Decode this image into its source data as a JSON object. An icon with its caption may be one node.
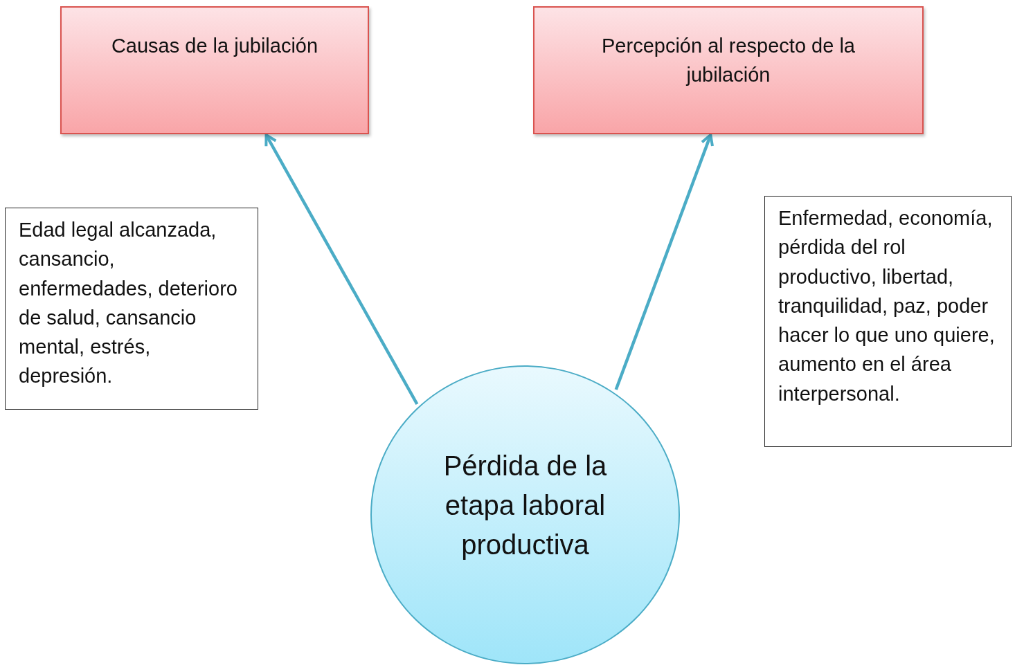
{
  "diagram": {
    "nodes": [
      {
        "text": [
          "Causas de la jubilación"
        ]
      },
      {
        "text": [
          "Percepción al respecto de la jubilación"
        ]
      },
      {
        "text": [
          "Edad legal alcanzada, cansancio, enfermedades, deterioro de salud, cansancio mental, estrés, depresión."
        ]
      },
      {
        "text": [
          "Enfermedad, economía, pérdida del rol productivo, libertad, tranquilidad, paz, poder hacer lo que uno quiere, aumento en el área interpersonal."
        ]
      },
      {
        "text": [
          "Pérdida de la etapa laboral productiva"
        ]
      }
    ],
    "edges": [
      {
        "from": 4,
        "to": 0,
        "arrow": "to"
      },
      {
        "from": 4,
        "to": 1,
        "arrow": "to"
      }
    ]
  }
}
